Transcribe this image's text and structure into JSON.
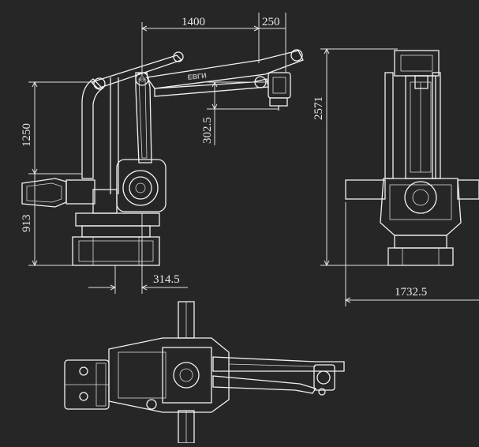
{
  "drawing": {
    "background": "#262626",
    "line_color": "#f0f0f0",
    "dimensions": {
      "top_reach": "1400",
      "top_offset": "250",
      "wrist_drop": "302.5",
      "upper_height": "1250",
      "base_height": "913",
      "base_offset": "314.5",
      "total_height": "2571",
      "base_width": "1732.5"
    },
    "branding": {
      "arm_logo": "ЕВГИ"
    }
  }
}
